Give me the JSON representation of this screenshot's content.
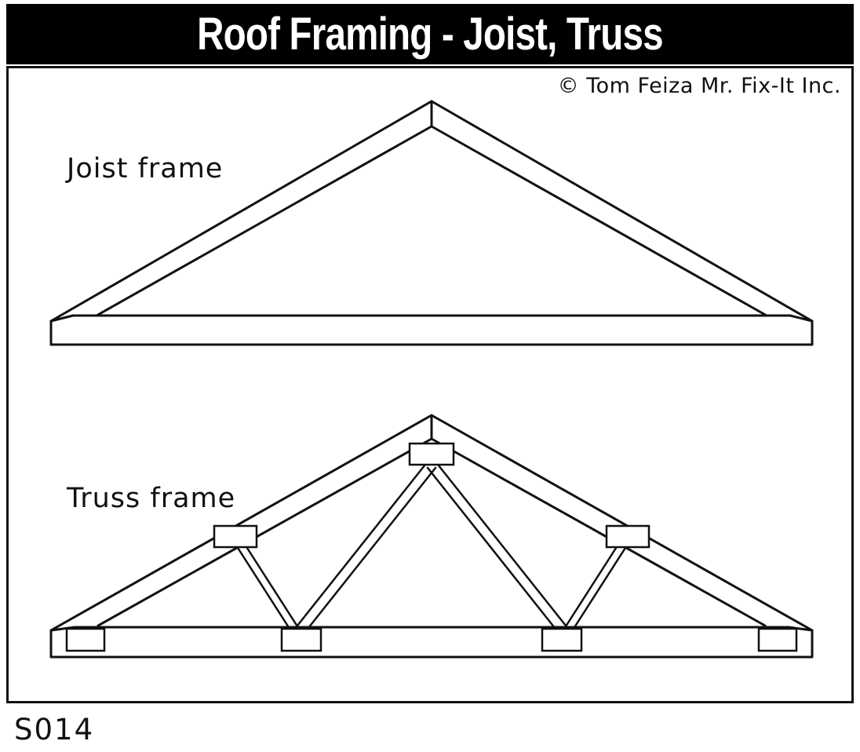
{
  "title_bar": {
    "title": "Roof Framing - Joist, Truss"
  },
  "copyright": "© Tom Feiza Mr. Fix-It Inc.",
  "diagram": {
    "labels": {
      "joist": "Joist frame",
      "truss": "Truss frame"
    },
    "drawings": [
      "joist-frame",
      "truss-frame"
    ],
    "gusset_plate_count": 7
  },
  "footer": {
    "code": "S014"
  },
  "colors": {
    "ink": "#111111",
    "paper": "#ffffff",
    "title_bg": "#000000",
    "title_fg": "#ffffff"
  }
}
